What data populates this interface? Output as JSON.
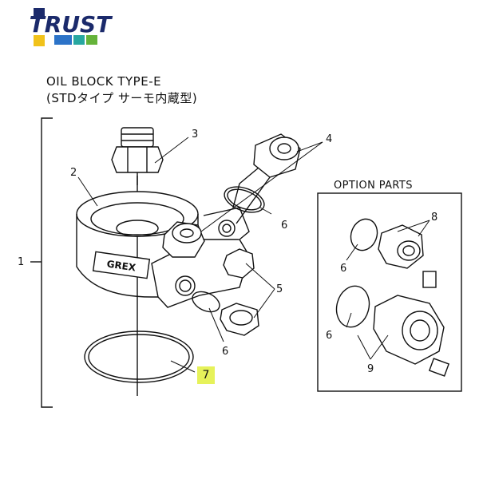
{
  "brand": {
    "logo_text": "TRUST",
    "colors": {
      "navy": "#1b2a6b",
      "blue": "#2c73c8",
      "yellow": "#f1c21a",
      "teal": "#27a7a0",
      "green": "#65b33a"
    }
  },
  "title": {
    "line1": "OIL BLOCK TYPE-E",
    "line2": "(STDタイプ サーモ内蔵型)"
  },
  "option_parts": {
    "title": "OPTION PARTS"
  },
  "callouts": {
    "n1": "1",
    "n2": "2",
    "n3": "3",
    "n4": "4",
    "n5": "5",
    "n6a": "6",
    "n6b": "6",
    "n6c": "6",
    "n6d": "6",
    "n7": "7",
    "n8": "8",
    "n9": "9"
  },
  "block_badge": "GREX",
  "highlight_color": "#e6f25a"
}
